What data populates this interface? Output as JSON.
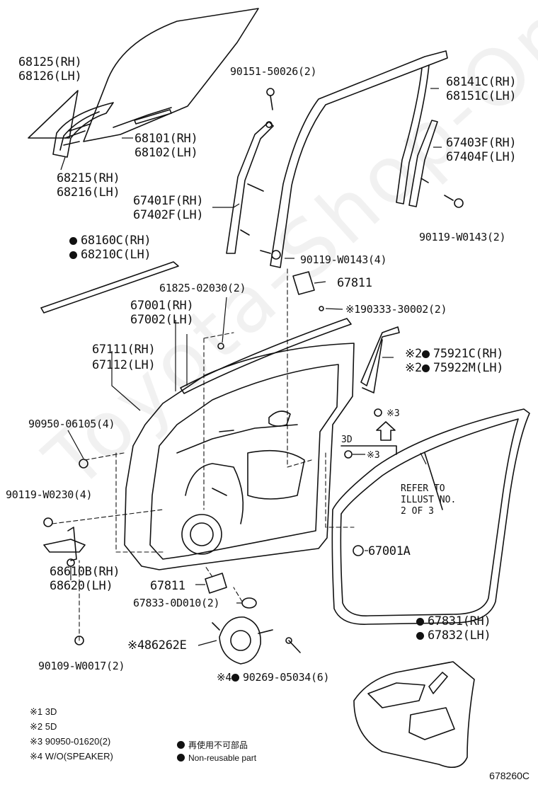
{
  "labels": {
    "p68125": "68125(RH)",
    "p68126": "68126(LH)",
    "p90151": "90151-50026(2)",
    "p68141": "68141C(RH)",
    "p68151": "68151C(LH)",
    "p68101": "68101(RH)",
    "p68102": "68102(LH)",
    "p67403": "67403F(RH)",
    "p67404": "67404F(LH)",
    "p68215": "68215(RH)",
    "p68216": "68216(LH)",
    "p67401": "67401F(RH)",
    "p67402": "67402F(LH)",
    "p90119a": "90119-W0143(2)",
    "p68160": "68160C(RH)",
    "p68210": "68210C(LH)",
    "p90119b": "90119-W0143(4)",
    "p67811a": "67811",
    "p61825": "61825-02030(2)",
    "p90333": "90333-30002(2)",
    "p67001": "67001(RH)",
    "p67002": "67002(LH)",
    "p67111": "67111(RH)",
    "p67112": "67112(LH)",
    "p75921": "75921C(RH)",
    "p75922": "75922M(LH)",
    "p90950a": "90950-06105(4)",
    "d3": "3D",
    "p90119c": "90119-W0230(4)",
    "refer1": "REFER TO",
    "refer2": "ILLUST NO.",
    "refer3": "2 OF 3",
    "p67001a": "67001A",
    "p68610": "68610B(RH)",
    "p68620": "68620(LH)",
    "p67811b": "67811",
    "p67833": "67833-0D010(2)",
    "p67831": "67831(RH)",
    "p67832": "67832(LH)",
    "p86262": "86262E",
    "p90109": "90109-W0017(2)",
    "p90269": "90269-05034(6)",
    "mark1": "※1",
    "mark2": "※2",
    "mark3": "※3",
    "mark4": "※4"
  },
  "footnotes": {
    "n1": "※1 3D",
    "n2": "※2 5D",
    "n3": "※3 90950-01620(2)",
    "n4": "※4 W/O(SPEAKER)"
  },
  "legend": {
    "jp": "再使用不可部品",
    "en": "Non-reusable part"
  },
  "diagram_code": "678260C"
}
